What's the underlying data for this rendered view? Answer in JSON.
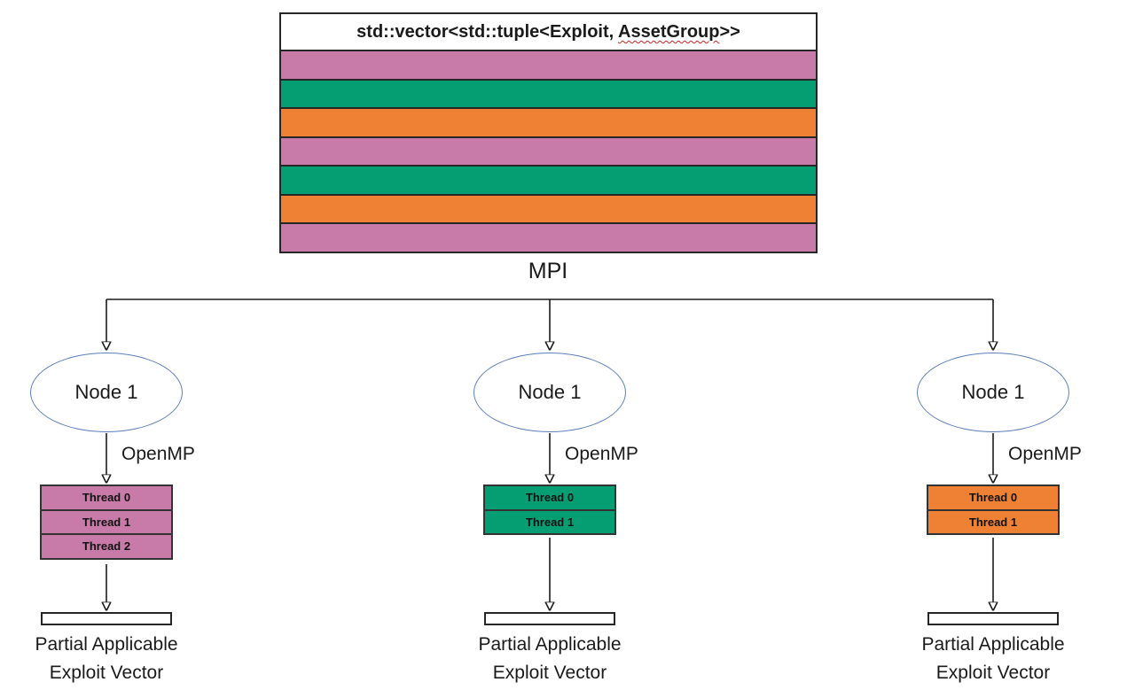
{
  "diagram": {
    "title": {
      "prefix": "std::vector<std::tuple<Exploit, ",
      "spellcheck_word": "AssetGroup",
      "suffix": ">>"
    },
    "vector_box": {
      "rows": [
        "pink",
        "green",
        "orange",
        "pink",
        "green",
        "orange",
        "pink"
      ]
    },
    "mpi_label": "MPI",
    "colors": {
      "pink": "#C87BA9",
      "green": "#059E73",
      "orange": "#EE8133",
      "ellipse_border": "#5B7FBC",
      "squiggle": "#CC2222",
      "line": "#1A1A1A"
    },
    "nodes": [
      {
        "label": "Node 1",
        "openmp_label": "OpenMP",
        "color": "pink",
        "threads": [
          "Thread 0",
          "Thread 1",
          "Thread 2"
        ],
        "output_line1": "Partial Applicable",
        "output_line2": "Exploit Vector"
      },
      {
        "label": "Node 1",
        "openmp_label": "OpenMP",
        "color": "green",
        "threads": [
          "Thread 0",
          "Thread 1"
        ],
        "output_line1": "Partial Applicable",
        "output_line2": "Exploit Vector"
      },
      {
        "label": "Node 1",
        "openmp_label": "OpenMP",
        "color": "orange",
        "threads": [
          "Thread 0",
          "Thread 1"
        ],
        "output_line1": "Partial Applicable",
        "output_line2": "Exploit Vector"
      }
    ]
  }
}
